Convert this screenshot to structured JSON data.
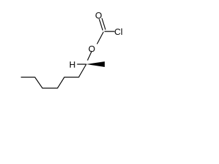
{
  "molecule": {
    "atoms": {
      "carbonyl_oxygen": "O",
      "chlorine": "Cl",
      "ester_oxygen": "O",
      "stereo_hydrogen": "H"
    },
    "stereo_bond": "wedge"
  }
}
